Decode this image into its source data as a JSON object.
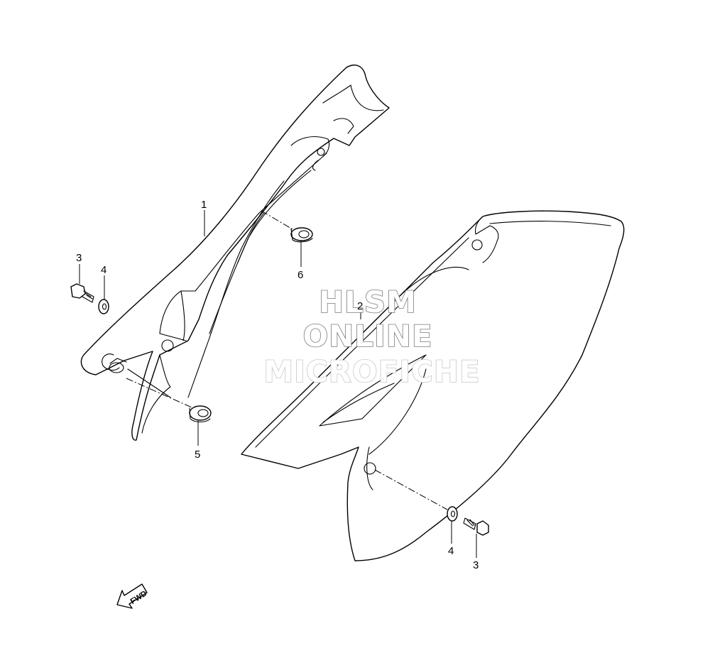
{
  "callouts": {
    "c1": "1",
    "c2": "2",
    "c3_left": "3",
    "c4_left": "4",
    "c5": "5",
    "c6": "6",
    "c4_right": "4",
    "c3_right": "3"
  },
  "watermark": {
    "line1": "HLSM",
    "line2": "ONLINE",
    "line3": "MICROFICHE"
  },
  "fwd_arrow": {
    "label": "FWD",
    "icon": "forward-arrow-icon"
  }
}
